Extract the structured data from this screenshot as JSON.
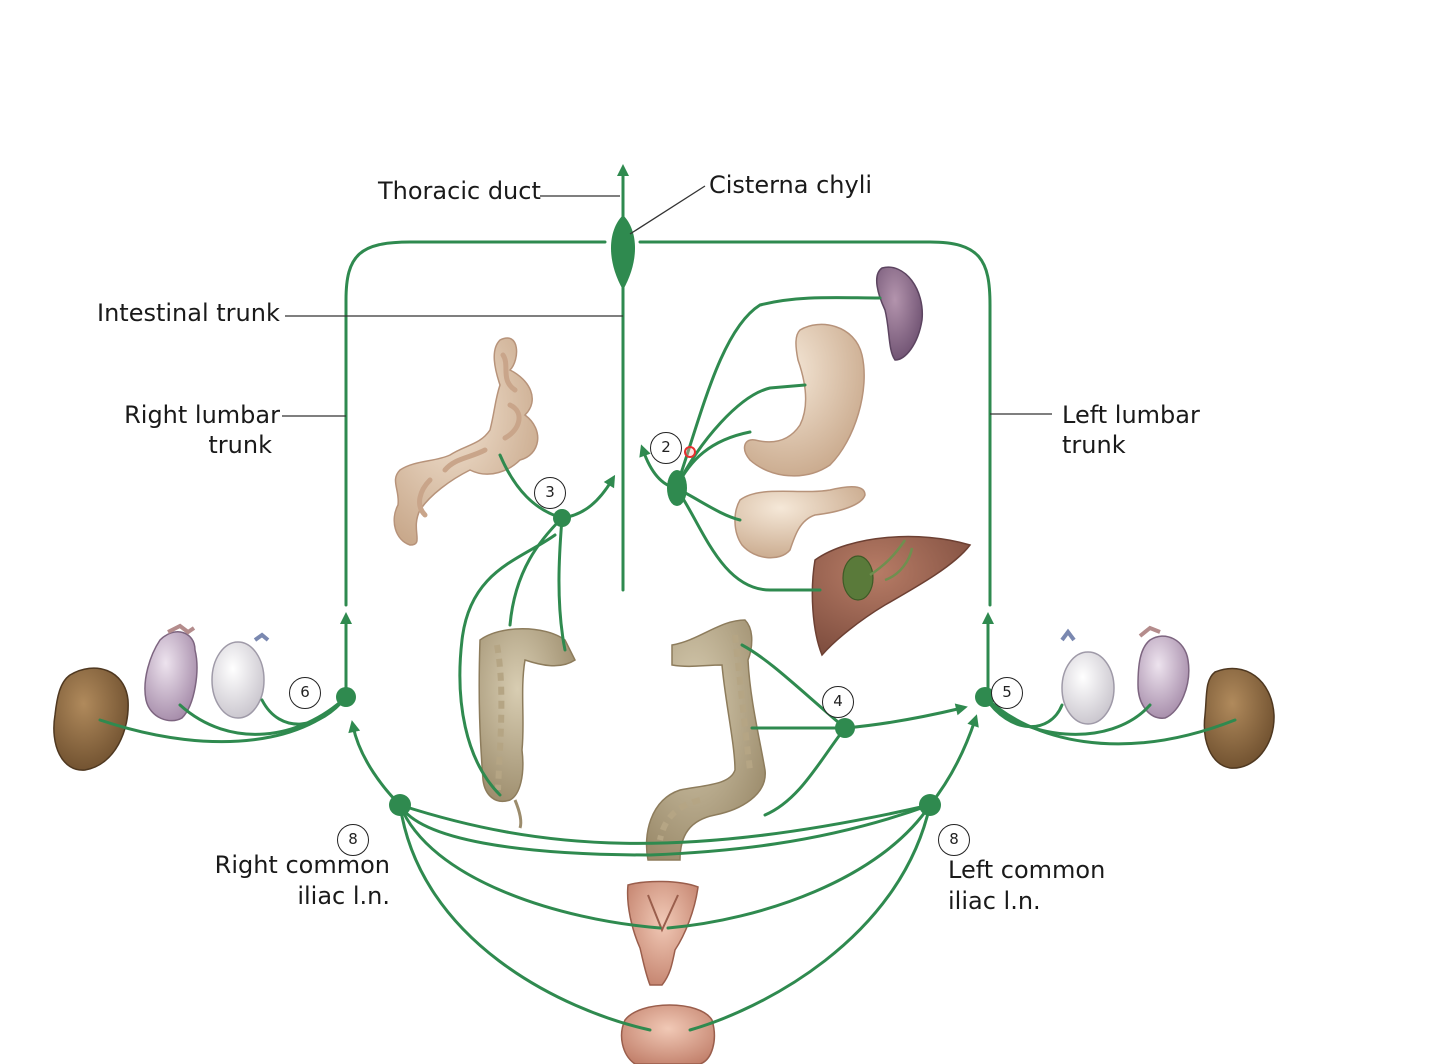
{
  "labels": {
    "thoracic_duct": "Thoracic duct",
    "cisterna_chyli": "Cisterna chyli",
    "intestinal_trunk": "Intestinal trunk",
    "right_lumbar_trunk_line1": "Right lumbar",
    "right_lumbar_trunk_line2": "trunk",
    "left_lumbar_trunk_line1": "Left lumbar",
    "left_lumbar_trunk_line2": "trunk",
    "right_common_iliac_line1": "Right common",
    "right_common_iliac_line2": "iliac l.n.",
    "left_common_iliac_line1": "Left common",
    "left_common_iliac_line2": "iliac l.n."
  },
  "node_badges": {
    "node_2": "2",
    "node_3": "3",
    "node_4": "4",
    "node_5": "5",
    "node_6": "6",
    "node_8_right": "8",
    "node_8_left": "8"
  },
  "colors": {
    "lymph_vessel": "#2f8a4f",
    "background": "#ffffff",
    "cursor_marker": "#e53030"
  }
}
